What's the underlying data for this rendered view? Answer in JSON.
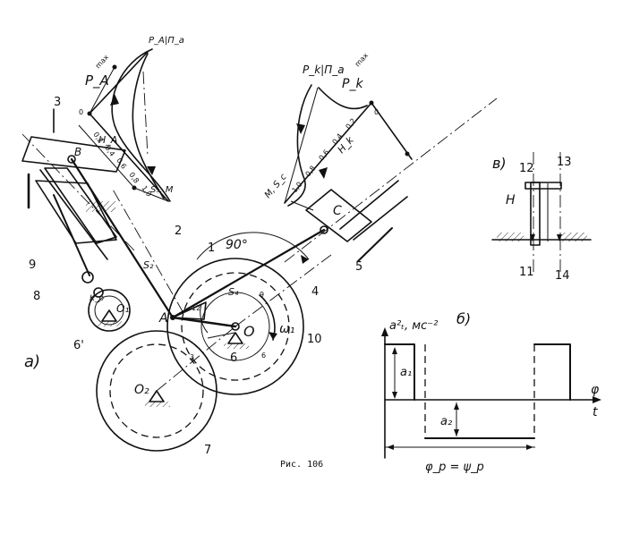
{
  "caption": "Рис. 106",
  "panel_labels": {
    "a": "a)",
    "b": "б)",
    "v": "в)"
  },
  "point_labels": {
    "A": "A",
    "B": "B",
    "C": "C",
    "O": "O",
    "O1": "O₁",
    "O2": "O₂",
    "H": "H",
    "omega": "ω₁",
    "angle": "90°"
  },
  "part_numbers": {
    "p1": "1",
    "p2": "2",
    "p3": "3",
    "p4": "4",
    "p5": "5",
    "p6": "6",
    "p6p": "6'",
    "p7": "7",
    "p8": "8",
    "p9": "9",
    "p10": "10",
    "p11": "11",
    "p12": "12",
    "p13": "13",
    "p14": "14"
  },
  "left_diagram": {
    "pa_label": "P_A",
    "max_label": "max",
    "axis_label": "P_A|П_a",
    "s_label": "S₃, M",
    "h_label": "H_A",
    "zero": "0",
    "ticks": [
      "0,2",
      "0,4",
      "0,6",
      "0,8",
      "1,0"
    ]
  },
  "right_diagram": {
    "pk_label": "P_k",
    "max_label": "max",
    "axis_label": "P_k|П_a",
    "s_label": "M, S_c",
    "h_label": "H_k",
    "zero": "0",
    "ticks": [
      "1,0",
      "0,8",
      "0,6",
      "0,4",
      "0,2"
    ]
  },
  "mechanism_labels": {
    "s2": "S₂",
    "s4": "S₄",
    "kp": "K_p",
    "n12": "12",
    "n9": "9",
    "n6": "6",
    "n3": "3"
  },
  "accel_chart": {
    "ylabel": "a²ₜ, мс⁻²",
    "phi": "φ",
    "t": "t",
    "a1": "a₁",
    "a2": "a₂",
    "period": "φ_p = ψ_p"
  }
}
